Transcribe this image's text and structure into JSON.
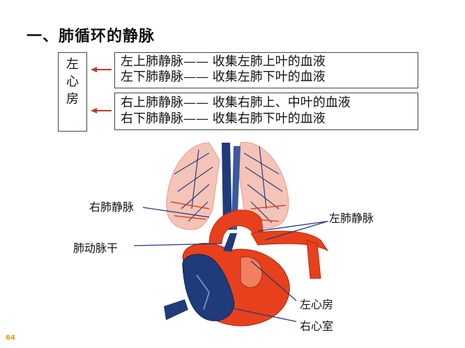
{
  "title": "一、肺循环的静脉",
  "left_box": {
    "chars": [
      "左",
      "心",
      "房"
    ]
  },
  "group1": {
    "line1": "左上肺静脉——  收集左肺上叶的血液",
    "line2": "左下肺静脉——  收集左肺下叶的血液"
  },
  "group2": {
    "line1": "右上肺静脉——  收集右肺上、中叶的血液",
    "line2": "右下肺静脉——  收集右肺下叶的血液"
  },
  "diagram_labels": {
    "right_pulmonary_vein": "右肺静脉",
    "pulmonary_trunk": "肺动脉干",
    "left_pulmonary_vein": "左肺静脉",
    "left_atrium": "左心房",
    "right_ventricle": "右心室"
  },
  "page_number": "64",
  "colors": {
    "arrow": "#c0392b",
    "artery": "#e8401c",
    "vein": "#1f3b7a",
    "lung": "#f2b6a8"
  }
}
